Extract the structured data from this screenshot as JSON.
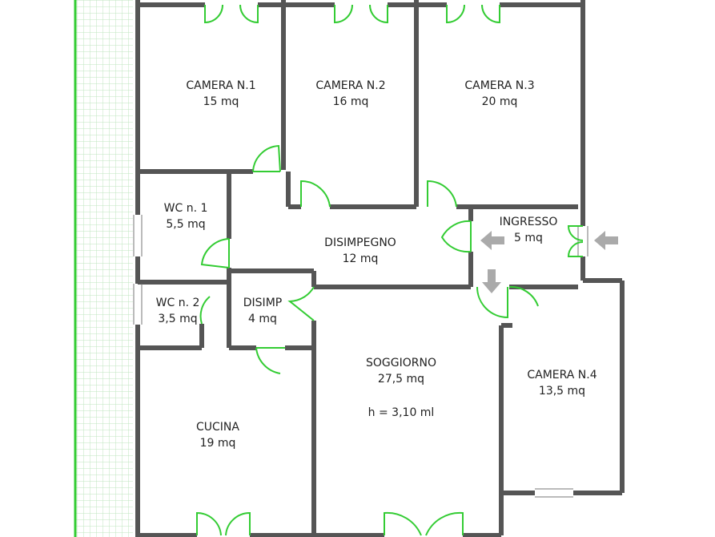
{
  "colors": {
    "wall": "#555555",
    "wall_fill": "#ffffff",
    "door": "#33cc33",
    "terrace_grid": "#bfe5bf",
    "terrace_edge": "#33cc33",
    "arrow": "#aaaaaa",
    "text": "#222222"
  },
  "rooms": {
    "camera1": {
      "name": "CAMERA N.1",
      "area": "15 mq"
    },
    "camera2": {
      "name": "CAMERA N.2",
      "area": "16 mq"
    },
    "camera3": {
      "name": "CAMERA N.3",
      "area": "20 mq"
    },
    "wc1": {
      "name": "WC n. 1",
      "area": "5,5 mq"
    },
    "disimpegno": {
      "name": "DISIMPEGNO",
      "area": "12 mq"
    },
    "ingresso": {
      "name": "INGRESSO",
      "area": "5 mq"
    },
    "wc2": {
      "name": "WC n. 2",
      "area": "3,5 mq"
    },
    "disimp": {
      "name": "DISIMP",
      "area": "4 mq"
    },
    "soggiorno": {
      "name": "SOGGIORNO",
      "area": "27,5 mq",
      "height": "h = 3,10 ml"
    },
    "camera4": {
      "name": "CAMERA N.4",
      "area": "13,5 mq"
    },
    "cucina": {
      "name": "CUCINA",
      "area": "19 mq"
    }
  },
  "icons": {
    "entrance": "entrance-arrow-icon",
    "door_swing": "door-swing-icon"
  }
}
